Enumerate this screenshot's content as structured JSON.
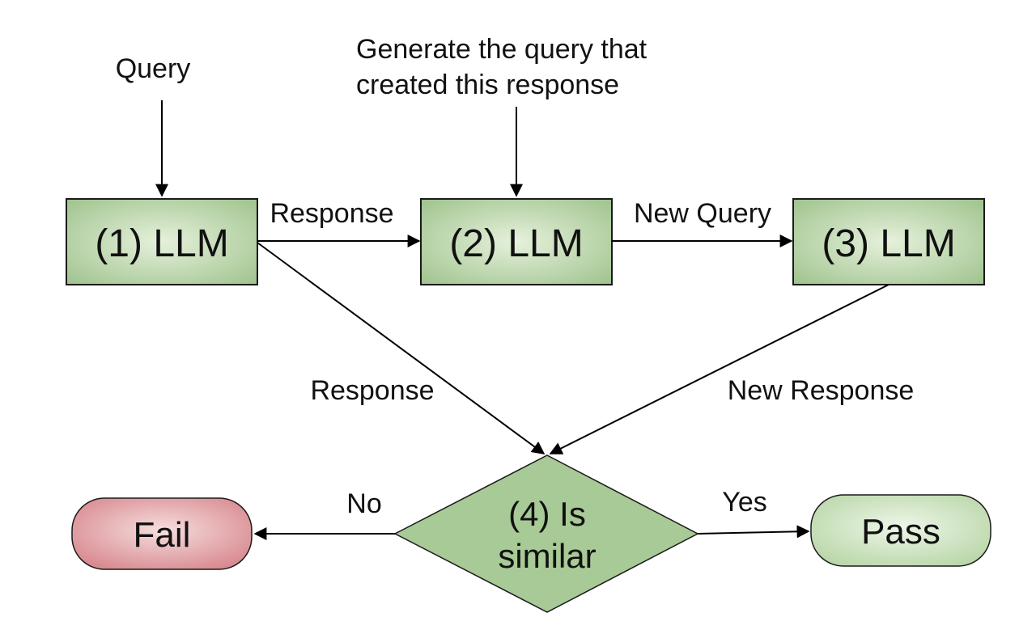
{
  "inputs": {
    "query": "Query",
    "generate_prompt_line1": "Generate the query that",
    "generate_prompt_line2": "created this response"
  },
  "nodes": {
    "llm1": "(1) LLM",
    "llm2": "(2) LLM",
    "llm3": "(3) LLM",
    "decision_line1": "(4) Is",
    "decision_line2": "similar",
    "fail": "Fail",
    "pass": "Pass"
  },
  "edges": {
    "llm1_to_llm2": "Response",
    "llm2_to_llm3": "New Query",
    "llm1_to_decision": "Response",
    "llm3_to_decision": "New Response",
    "decision_no": "No",
    "decision_yes": "Yes"
  },
  "colors": {
    "llm_fill_light": "#e6f1dc",
    "llm_fill_dark": "#9fc38d",
    "llm_stroke": "#1a1a1a",
    "fail_fill_light": "#f6dede",
    "fail_fill_dark": "#d47f86",
    "pass_fill_light": "#eef6e8",
    "pass_fill_dark": "#b3d3a1",
    "decision_fill": "#a8ca96"
  }
}
